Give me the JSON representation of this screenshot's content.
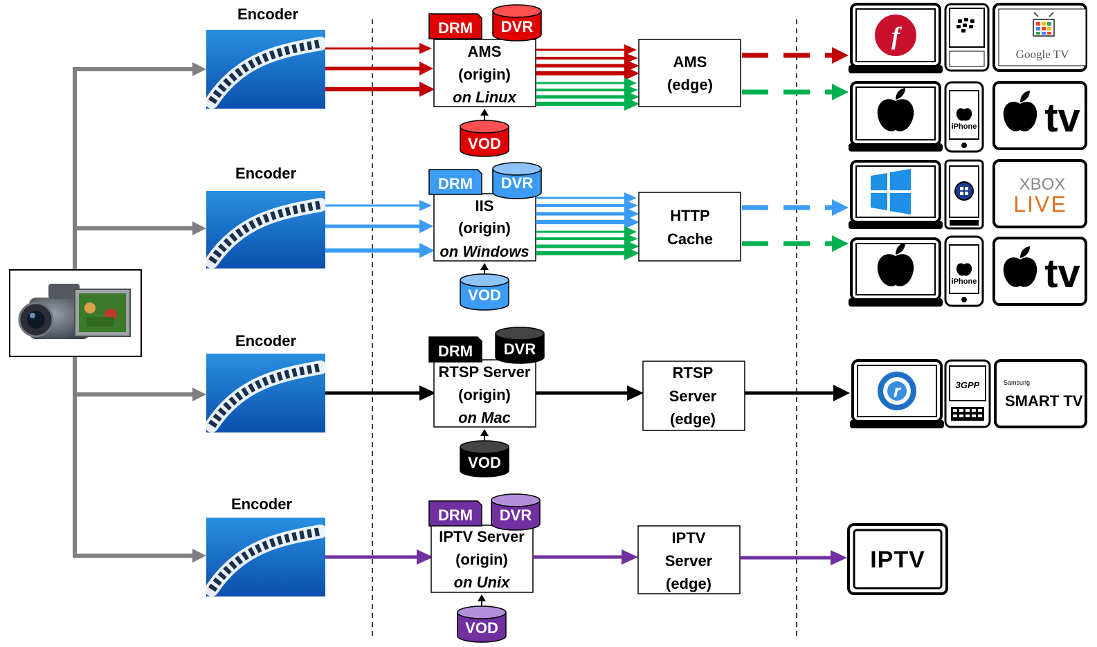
{
  "encoder_label": "Encoder",
  "colors": {
    "ams": "#c00000",
    "iis": "#3b9bf5",
    "rtsp": "#000000",
    "iptv": "#7030a0",
    "hls": "#00b050",
    "trunk": "#808080"
  },
  "rows": [
    {
      "id": "ams",
      "color": "#c00000",
      "origin": [
        "AMS",
        "(origin)",
        "on Linux"
      ],
      "edge": [
        "AMS",
        "(edge)"
      ],
      "drm": "DRM",
      "dvr": "DVR",
      "vod": "VOD",
      "devices": [
        "flash-laptop-icon",
        "blackberry-icon",
        "google-tv-icon"
      ]
    },
    {
      "id": "iis",
      "color": "#3b9bf5",
      "origin": [
        "IIS",
        "(origin)",
        "on Windows"
      ],
      "edge": [
        "HTTP",
        "Cache"
      ],
      "drm": "DRM",
      "dvr": "DVR",
      "vod": "VOD",
      "devices": [
        "windows-laptop-icon",
        "windows-phone-icon",
        "xbox-live-icon"
      ]
    },
    {
      "id": "rtsp",
      "color": "#000000",
      "origin": [
        "RTSP Server",
        "(origin)",
        "on Mac"
      ],
      "edge": [
        "RTSP",
        "Server",
        "(edge)"
      ],
      "drm": "DRM",
      "dvr": "DVR",
      "vod": "VOD",
      "devices": [
        "realplayer-laptop-icon",
        "3gpp-phone-icon",
        "samsung-smart-tv-icon"
      ]
    },
    {
      "id": "iptv",
      "color": "#7030a0",
      "origin": [
        "IPTV Server",
        "(origin)",
        "on Unix"
      ],
      "edge": [
        "IPTV",
        "Server",
        "(edge)"
      ],
      "drm": "DRM",
      "dvr": "DVR",
      "vod": "VOD",
      "devices": [
        "iptv-icon"
      ]
    }
  ],
  "apple_devices": [
    "apple-laptop-icon",
    "iphone-icon",
    "apple-tv-icon"
  ],
  "device_text": {
    "google_tv": "Google TV",
    "iphone": "iPhone",
    "apple_tv": "tv",
    "xbox": "XBOX",
    "live": "LIVE",
    "samsung": "Samsung",
    "smart_tv": "SMART TV",
    "three_g": "3GPP",
    "iptv": "IPTV"
  }
}
